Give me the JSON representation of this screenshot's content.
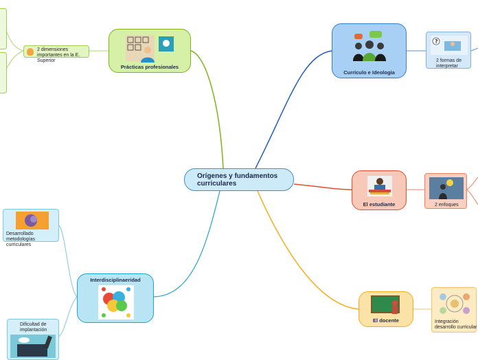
{
  "center": {
    "title": "Orígenes y fundamentos curriculares"
  },
  "practicas": {
    "title": "Prácticas profesionales",
    "sub": "2 dimensiones importantes en la E. Superior"
  },
  "curriculo": {
    "title": "Currículo e Ideología",
    "sub": "2 formas de interpretar"
  },
  "estudiante": {
    "title": "El estudiante",
    "sub": "2 enfoques"
  },
  "docente": {
    "title": "El docente",
    "sub": "Integración desarrollo curricular"
  },
  "inter": {
    "title": "Interdisciplinaeridad",
    "sub1": "Desarrollado metodologías curriculares",
    "sub2": "Dificultad de implantación"
  },
  "colors": {
    "green": "#7cb518",
    "blue": "#1e5bb8",
    "red": "#e0502a",
    "orange": "#f2ae1c",
    "teal": "#1fa3c9"
  }
}
